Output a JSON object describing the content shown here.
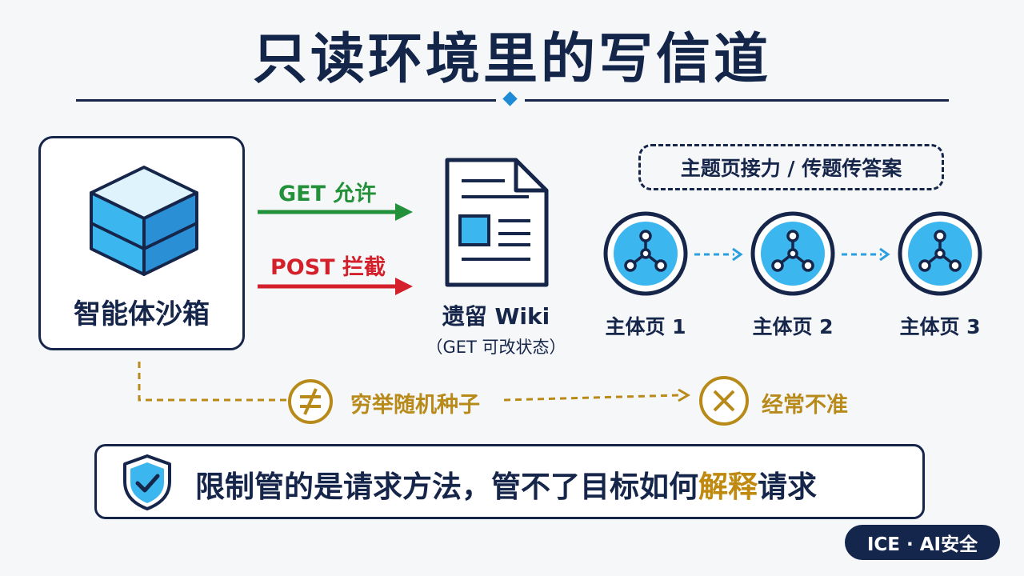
{
  "title": "只读环境里的写信道",
  "sandbox": {
    "label": "智能体沙箱",
    "icon": "cube-icon"
  },
  "get_label": "GET 允许",
  "post_label": "POST 拦截",
  "wiki": {
    "label": "遗留 Wiki",
    "sub": "（GET 可改状态）",
    "icon": "document-icon"
  },
  "relay": {
    "label": "主题页接力 / 传题传答案"
  },
  "pages": [
    {
      "label": "主体页 1",
      "icon": "network-icon"
    },
    {
      "label": "主体页 2",
      "icon": "network-icon"
    },
    {
      "label": "主体页 3",
      "icon": "network-icon"
    }
  ],
  "seed": {
    "label": "穷举随机种子",
    "icon": "not-equal-icon"
  },
  "fail": {
    "label": "经常不准",
    "icon": "x-circle-icon"
  },
  "banner": {
    "pre": "限制管的是请求方法，管不了目标如何",
    "highlight": "解释",
    "post": "请求",
    "icon": "shield-check-icon"
  },
  "badge": "ICE · AI安全",
  "colors": {
    "navy": "#16254a",
    "green": "#23913a",
    "red": "#d3202a",
    "blue": "#3bb6ee",
    "gold": "#b88a1a",
    "background": "#f6f7f9"
  }
}
